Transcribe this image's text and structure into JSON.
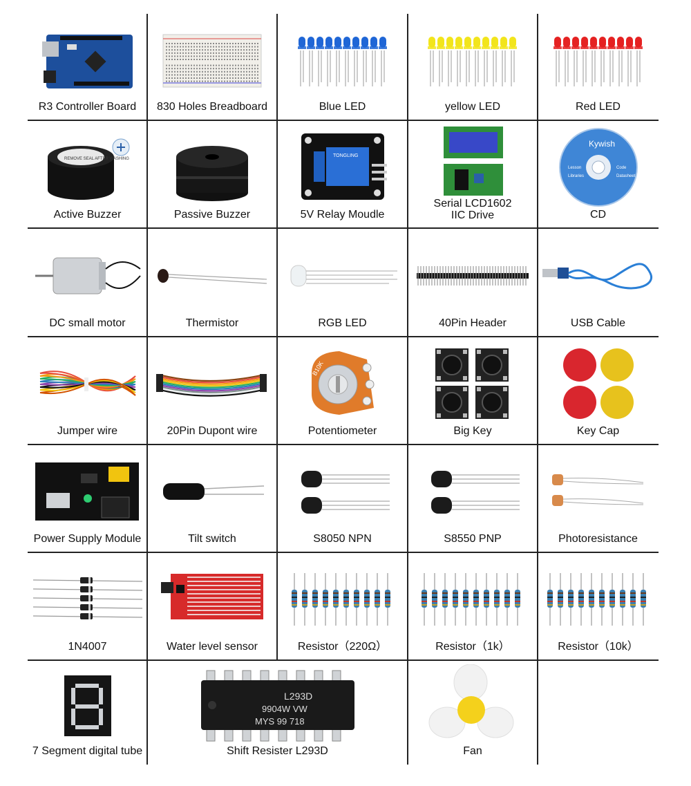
{
  "items": [
    {
      "label": "R3 Controller Board",
      "icon": "microcontroller-board-icon"
    },
    {
      "label": "830 Holes Breadboard",
      "icon": "breadboard-icon"
    },
    {
      "label": "Blue LED",
      "icon": "led-icon",
      "color": "#1f66d6"
    },
    {
      "label": "yellow LED",
      "icon": "led-icon",
      "color": "#f2e51c"
    },
    {
      "label": "Red LED",
      "icon": "led-icon",
      "color": "#e52222"
    },
    {
      "label": "Active Buzzer",
      "icon": "buzzer-icon",
      "sticker_text": "REMOVE SEAL AFTER WASHING"
    },
    {
      "label": "Passive Buzzer",
      "icon": "buzzer-icon"
    },
    {
      "label": "5V Relay Moudle",
      "icon": "relay-module-icon",
      "print_text": "TONGLING"
    },
    {
      "label": "Serial LCD1602\nIIC Drive",
      "icon": "lcd-module-icon"
    },
    {
      "label": "CD",
      "icon": "cd-disc-icon",
      "disc_brand": "Kywish",
      "disc_labels": [
        "Lesson",
        "Code",
        "Libraries",
        "Datasheet"
      ]
    },
    {
      "label": "DC small motor",
      "icon": "dc-motor-icon"
    },
    {
      "label": "Thermistor",
      "icon": "thermistor-icon"
    },
    {
      "label": "RGB LED",
      "icon": "rgb-led-icon"
    },
    {
      "label": "40Pin Header",
      "icon": "pin-header-icon"
    },
    {
      "label": "USB Cable",
      "icon": "usb-cable-icon",
      "color": "#2a7fd6"
    },
    {
      "label": "Jumper wire",
      "icon": "jumper-wire-icon"
    },
    {
      "label": "20Pin Dupont wire",
      "icon": "dupont-ribbon-icon"
    },
    {
      "label": "Potentiometer",
      "icon": "potentiometer-icon",
      "print_text": "B10K"
    },
    {
      "label": "Big Key",
      "icon": "push-button-icon"
    },
    {
      "label": "Key Cap",
      "icon": "key-cap-icon"
    },
    {
      "label": "Power Supply Module",
      "icon": "power-supply-module-icon"
    },
    {
      "label": "Tilt switch",
      "icon": "tilt-switch-icon"
    },
    {
      "label": "S8050 NPN",
      "icon": "transistor-icon"
    },
    {
      "label": "S8550 PNP",
      "icon": "transistor-icon"
    },
    {
      "label": "Photoresistance",
      "icon": "photoresistor-icon"
    },
    {
      "label": "1N4007",
      "icon": "diode-icon"
    },
    {
      "label": "Water level sensor",
      "icon": "water-sensor-icon"
    },
    {
      "label": "Resistor（220Ω）",
      "icon": "resistor-icon"
    },
    {
      "label": "Resistor（1k）",
      "icon": "resistor-icon"
    },
    {
      "label": "Resistor（10k）",
      "icon": "resistor-icon"
    },
    {
      "label": "7 Segment digital tube",
      "icon": "seven-segment-icon"
    },
    {
      "label": "Shift Resister L293D",
      "icon": "ic-chip-icon",
      "chip_lines": [
        "L293D",
        "9904W VW",
        "MYS 99  718"
      ]
    },
    {
      "label": "Fan",
      "icon": "fan-blade-icon"
    }
  ]
}
